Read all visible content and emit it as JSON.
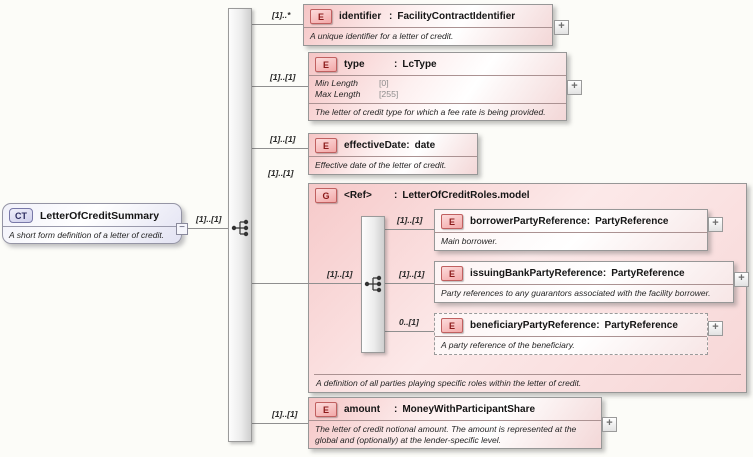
{
  "root": {
    "badge": "CT",
    "title": "LetterOfCreditSummary",
    "description": "A short form definition of a letter of credit.",
    "collapse_glyph": "−",
    "cardinality": "[1]..[1]"
  },
  "children": {
    "identifier": {
      "cardinality": "[1]..*",
      "badge": "E",
      "name": "identifier",
      "colon": ":",
      "type": "FacilityContractIdentifier",
      "description": "A unique identifier for a letter of credit.",
      "expand_glyph": "+"
    },
    "type": {
      "cardinality": "[1]..[1]",
      "badge": "E",
      "name": "type",
      "colon": ":",
      "type": "LcType",
      "facets": [
        {
          "name": "Min Length",
          "value": "[0]"
        },
        {
          "name": "Max Length",
          "value": "[255]"
        }
      ],
      "description": "The letter of credit type for which a fee rate is being provided.",
      "expand_glyph": "+"
    },
    "effectiveDate": {
      "cardinality": "[1]..[1]",
      "badge": "E",
      "name": "effectiveDate",
      "colon": ":",
      "type": "date",
      "description": "Effective date of the letter of credit."
    },
    "roles_group": {
      "cardinality": "[1]..[1]",
      "badge": "G",
      "name": "<Ref>",
      "colon": ":",
      "type": "LetterOfCreditRoles.model",
      "sequence_cardinality": "[1]..[1]",
      "footer": "A definition of all parties playing specific roles within the letter of credit.",
      "children": {
        "borrower": {
          "cardinality": "[1]..[1]",
          "badge": "E",
          "name": "borrowerPartyReference",
          "colon": ":",
          "type": "PartyReference",
          "description": "Main borrower.",
          "expand_glyph": "+"
        },
        "issuingBank": {
          "cardinality": "[1]..[1]",
          "badge": "E",
          "name": "issuingBankPartyReference",
          "colon": ":",
          "type": "PartyReference",
          "description": "Party references to any guarantors associated with the facility borrower.",
          "expand_glyph": "+"
        },
        "beneficiary": {
          "cardinality": "0..[1]",
          "badge": "E",
          "name": "beneficiaryPartyReference",
          "colon": ":",
          "type": "PartyReference",
          "description": "A party reference of the beneficiary.",
          "expand_glyph": "+"
        }
      }
    },
    "amount": {
      "cardinality": "[1]..[1]",
      "badge": "E",
      "name": "amount",
      "colon": ":",
      "type": "MoneyWithParticipantShare",
      "description": "The letter of credit notional amount. The amount is represented at the global and (optionally) at the lender-specific level.",
      "expand_glyph": "+"
    }
  }
}
